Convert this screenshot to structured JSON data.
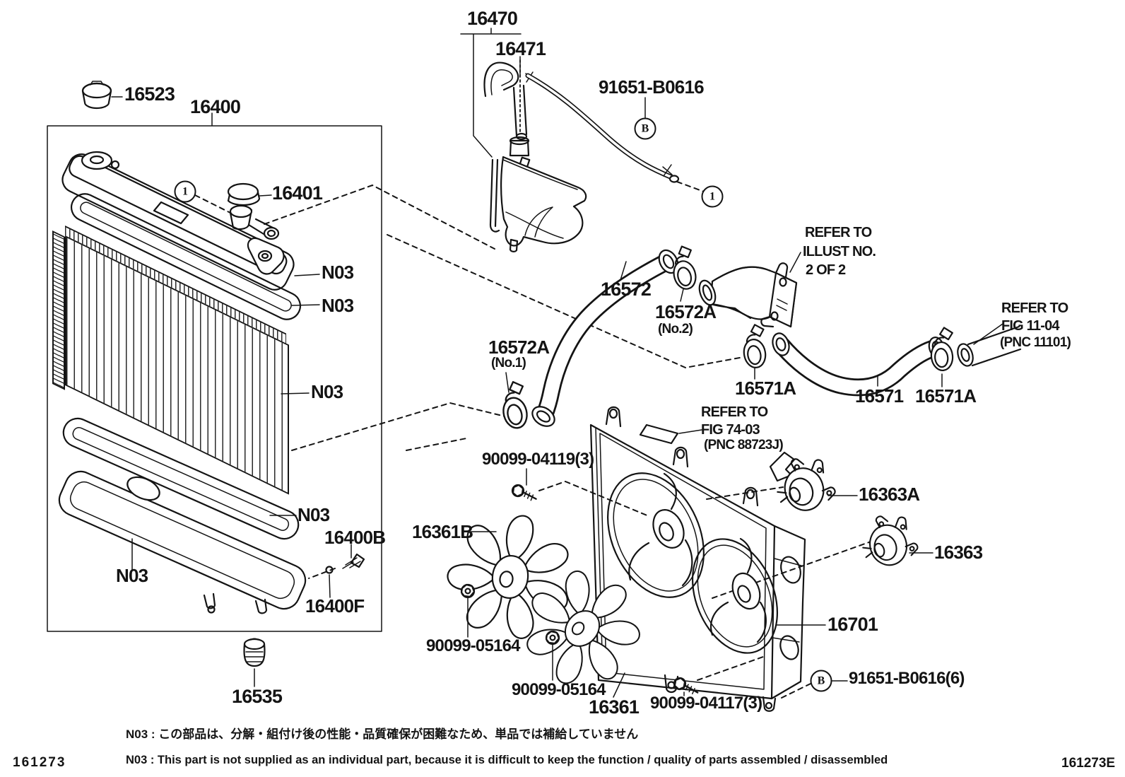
{
  "diagram": {
    "title_hint": "Radiator and water outlet parts figure",
    "colors": {
      "ink": "#141414",
      "paper": "#ffffff"
    },
    "page_code_left": "161273",
    "page_code_right": "161273E",
    "callouts": [
      {
        "symbol": "1"
      },
      {
        "symbol": "1"
      },
      {
        "symbol": "B"
      },
      {
        "symbol": "B"
      }
    ],
    "labels": [
      {
        "text": "16523"
      },
      {
        "text": "16400"
      },
      {
        "text": "16401"
      },
      {
        "text": "N03"
      },
      {
        "text": "N03"
      },
      {
        "text": "N03"
      },
      {
        "text": "N03"
      },
      {
        "text": "N03"
      },
      {
        "text": "16400B"
      },
      {
        "text": "16400F"
      },
      {
        "text": "16535"
      },
      {
        "text": "16470"
      },
      {
        "text": "16471"
      },
      {
        "text": "91651-B0616"
      },
      {
        "text": "16572"
      },
      {
        "text": "16572A"
      },
      {
        "text": "(No.2)"
      },
      {
        "text": "REFER TO"
      },
      {
        "text": "ILLUST NO."
      },
      {
        "text": "2 OF 2"
      },
      {
        "text": "16572A"
      },
      {
        "text": "(No.1)"
      },
      {
        "text": "16571A"
      },
      {
        "text": "16571"
      },
      {
        "text": "16571A"
      },
      {
        "text": "REFER TO"
      },
      {
        "text": "FIG 11-04"
      },
      {
        "text": "(PNC 11101)"
      },
      {
        "text": "90099-04119(3)"
      },
      {
        "text": "16361B"
      },
      {
        "text": "REFER TO"
      },
      {
        "text": "FIG 74-03"
      },
      {
        "text": "(PNC 88723J)"
      },
      {
        "text": "16363A"
      },
      {
        "text": "16363"
      },
      {
        "text": "90099-05164"
      },
      {
        "text": "90099-05164"
      },
      {
        "text": "16361"
      },
      {
        "text": "90099-04117(3)"
      },
      {
        "text": "16701"
      },
      {
        "text": "91651-B0616(6)"
      }
    ],
    "notes": {
      "jp": "N03 : この部品は、分解・組付け後の性能・品質確保が困難なため、単品では補給していません",
      "en": "N03 : This part is not supplied as an individual part, because it is difficult to keep the function / quality of parts assembled / disassembled"
    }
  }
}
